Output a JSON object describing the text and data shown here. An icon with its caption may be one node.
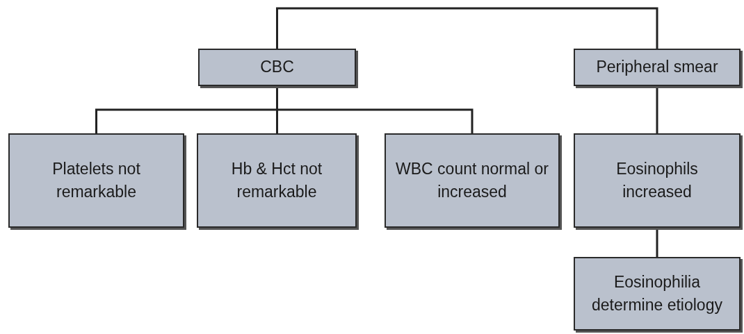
{
  "diagram": {
    "nodes": [
      {
        "text": [
          "CBC"
        ]
      },
      {
        "text": [
          "Peripheral smear"
        ]
      },
      {
        "text": [
          "Platelets not remarkable"
        ]
      },
      {
        "text": [
          "Hb & Hct not remarkable"
        ]
      },
      {
        "text": [
          "WBC count normal or increased"
        ]
      },
      {
        "text": [
          "Eosinophils increased"
        ]
      },
      {
        "text": [
          "Eosinophilia determine etiology"
        ]
      }
    ],
    "edges": [
      {
        "from": 0,
        "to": 1,
        "arrow": "none"
      },
      {
        "from": 0,
        "to": 2,
        "arrow": "none"
      },
      {
        "from": 0,
        "to": 3,
        "arrow": "none"
      },
      {
        "from": 0,
        "to": 4,
        "arrow": "none"
      },
      {
        "from": 1,
        "to": 5,
        "arrow": "none"
      },
      {
        "from": 5,
        "to": 6,
        "arrow": "none"
      }
    ]
  }
}
